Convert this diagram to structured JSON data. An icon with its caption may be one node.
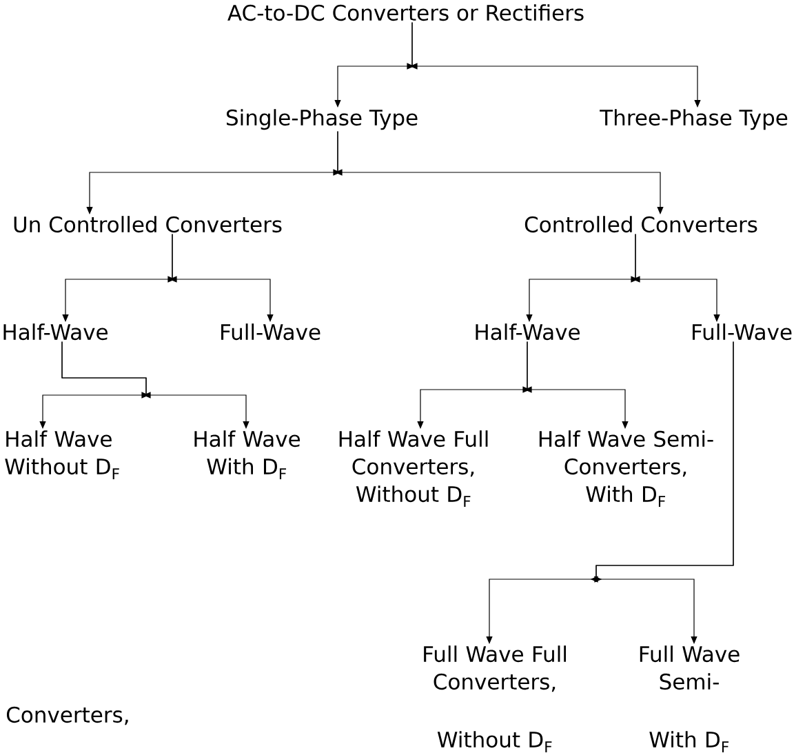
{
  "diagram": {
    "nodes": [
      {
        "text": [
          "AC-to-DC Converters or Rectifiers"
        ]
      },
      {
        "text": [
          "Single-Phase Type"
        ]
      },
      {
        "text": [
          "Three-Phase Type"
        ]
      },
      {
        "text": [
          "Un Controlled Converters"
        ]
      },
      {
        "text": [
          "Controlled Converters"
        ]
      },
      {
        "text": [
          "Half-Wave"
        ]
      },
      {
        "text": [
          "Full-Wave"
        ]
      },
      {
        "text": [
          "Half-Wave"
        ]
      },
      {
        "text": [
          "Full-Wave"
        ]
      },
      {
        "text": [
          "Half Wave Without D$_{F}$"
        ]
      },
      {
        "text": [
          "Half Wave With D$_{F}$"
        ]
      },
      {
        "text": [
          "Half Wave Full Converters, Without D$_{F}$"
        ]
      },
      {
        "text": [
          "Half Wave Semi-Converters, With D$_{F}$"
        ]
      },
      {
        "text": [
          "Full Wave Full Converters,",
          "Without D$_{F}$"
        ]
      },
      {
        "text": [
          "Full Wave Semi-",
          "With D$_{F}$"
        ]
      }
    ],
    "edges": [
      {
        "from": 0,
        "to": 1,
        "arrow": "to"
      },
      {
        "from": 0,
        "to": 2,
        "arrow": "to"
      },
      {
        "from": 1,
        "to": 3,
        "arrow": "to"
      },
      {
        "from": 1,
        "to": 4,
        "arrow": "to"
      },
      {
        "from": 3,
        "to": 5,
        "arrow": "to"
      },
      {
        "from": 3,
        "to": 6,
        "arrow": "to"
      },
      {
        "from": 4,
        "to": 7,
        "arrow": "to"
      },
      {
        "from": 4,
        "to": 8,
        "arrow": "to"
      },
      {
        "from": 5,
        "to": 9,
        "arrow": "to"
      },
      {
        "from": 5,
        "to": 10,
        "arrow": "to"
      },
      {
        "from": 7,
        "to": 11,
        "arrow": "to"
      },
      {
        "from": 7,
        "to": 12,
        "arrow": "to"
      },
      {
        "from": 8,
        "to": 13,
        "arrow": "to"
      },
      {
        "from": 8,
        "to": 14,
        "arrow": "to"
      }
    ],
    "labels": [
      "Converters,"
    ]
  }
}
